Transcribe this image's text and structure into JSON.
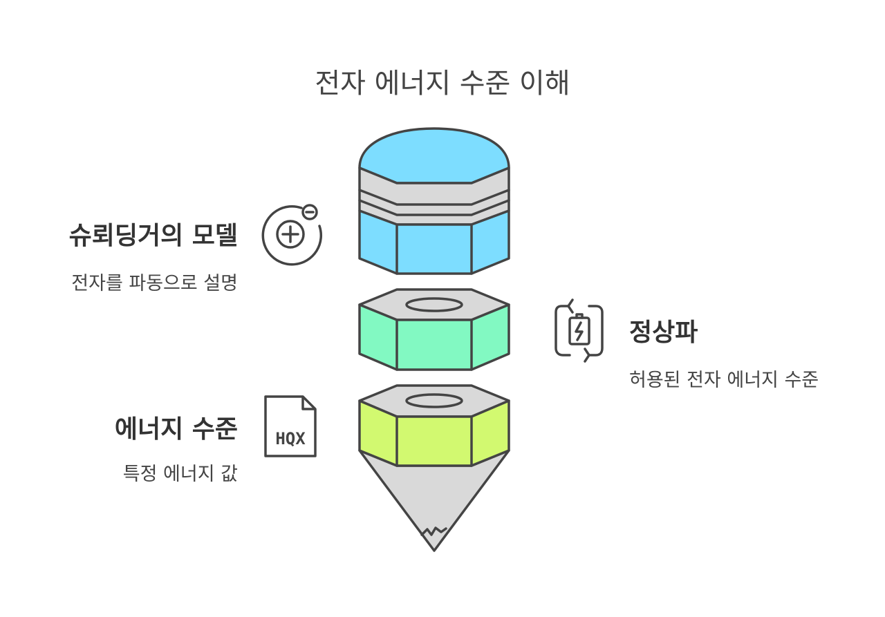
{
  "title": "전자 에너지 수준 이해",
  "items": [
    {
      "heading": "슈뢰딩거의 모델",
      "description": "전자를 파동으로 설명",
      "icon": "plus-minus-orbit-icon",
      "color": "#7DDDFF"
    },
    {
      "heading": "정상파",
      "description": "허용된 전자 에너지 수준",
      "icon": "battery-cycle-icon",
      "color": "#82F9C2"
    },
    {
      "heading": "에너지 수준",
      "description": "특정 에너지 값",
      "icon": "hqx-file-icon",
      "icon_text": "HQX",
      "color": "#D2F970"
    }
  ],
  "colors": {
    "stroke": "#444444",
    "gray": "#D9D9D9"
  }
}
